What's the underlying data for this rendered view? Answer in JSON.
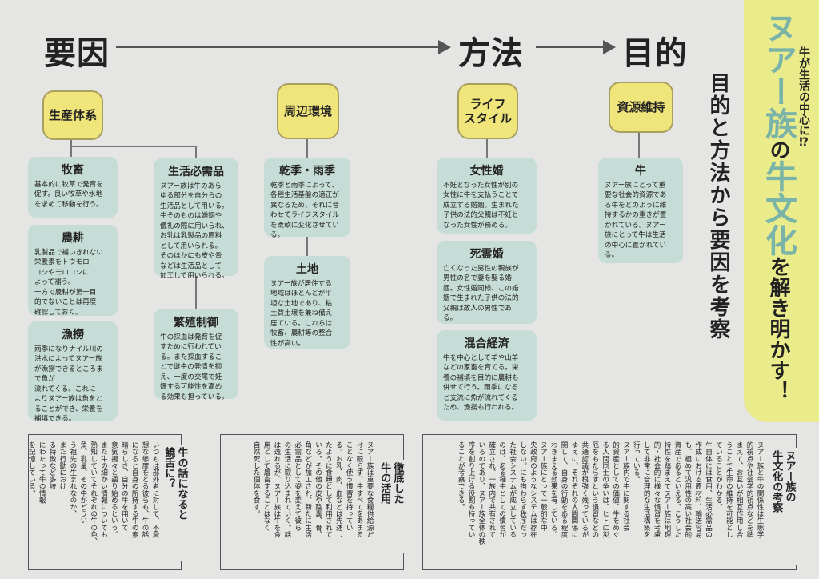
{
  "header": {
    "cause": "要因",
    "method": "方法",
    "purpose": "目的"
  },
  "categories": {
    "production": "生産体系",
    "environment": "周辺環境",
    "lifestyle": "ライフ\nスタイル",
    "resource": "資源維持"
  },
  "cards": {
    "bokuchiku": {
      "title": "牧畜",
      "text": "基本的に牧草で発育を\n促す。良い牧草や水地\nを求めて移動を行う。"
    },
    "nouko": {
      "title": "農耕",
      "text": "乳製品で補いきれない\n栄養素をトウモロ\nコシやモロコシに\nよって補う。\n一方で農耕が第一目\n的でないことは再度\n確認しておく。"
    },
    "gyoro": {
      "title": "漁撈",
      "text": "雨季になりナイル川の\n洪水によってヌアー族\nが漁撈できるところま\nで魚が\n流れてくる。これに\nよりヌアー族は魚をと\nることができ、栄養を\n補填できる。"
    },
    "seikatsu": {
      "title": "生活必需品",
      "text": "ヌアー族は牛のあら\nゆる部分を自分らの\n生活品として用いる。\n牛そのものは婚姻や\n儀礼の際に用いられ、\nお乳は乳製品の原料\nとして用いられる。\nそのほかにも皮や骨\nなどは生活品として\n加工して用いられる。"
    },
    "hanshoku": {
      "title": "繁殖制御",
      "text": "牛の採血は発育を促\nすために行われてい\nる。また採血するこ\nとで雌牛の発情を抑\nえ、一度の交尾で妊\n娠する可能性を高め\nる効果も担っている。"
    },
    "kanki": {
      "title": "乾季・雨季",
      "text": "乾季と雨季によって、\n各種生活基盤の適正が\n異なるため、それに合\nわせてライフスタイル\nを柔軟に変化させてい\nる。"
    },
    "tochi": {
      "title": "土地",
      "text": "ヌアー族が居住する\n地域はほとんどが平\n坦な土地であり、粘\n土質土壌を兼ね備え\n居ている。これらは\n牧畜、農耕等の整合\n性が高い。"
    },
    "joseikon": {
      "title": "女性婚",
      "text": "不妊となった女性が別の\n女性に牛を支払うことで\n成立する婚姻。生まれた\n子供の法的父親は不妊と\nなった女性が務める。"
    },
    "shireikon": {
      "title": "死霊婚",
      "text": "亡くなった男性の親族が\n男性の名で妻を娶る婚\n姻。女性婚同様、この婚\n姻で生まれた子供の法的\n父親は故人の男性であ\nる。"
    },
    "kongou": {
      "title": "混合経済",
      "text": "牛を中心として羊や山羊\nなどの家畜を育てる。栄\n養の補填を目的に農耕も\n併せて行う。雨季になる\nと支流に魚が流れてくる\nため、漁撈も行われる。"
    },
    "ushi": {
      "title": "牛",
      "text": "ヌアー族にとって重\n要な社会的資源であ\nる牛をどのように維\n持するかの重きが置\nかれている。ヌアー\n族にとって牛は生活\nの中心に置かれてい\nる。"
    }
  },
  "side": {
    "subtitle": "目的と方法から要因を考察",
    "catch": "牛が生活の中心に⁉",
    "title_part1": "ヌアー族",
    "title_no": "の",
    "title_part2": "牛文化",
    "title_part3": "を解き明かす！"
  },
  "frames": {
    "wadai": {
      "title": "牛の話になると\n饒舌に？",
      "text": "いつもは部外者に対して、不愛\n想な態度をとる彼らも、牛の話\nになると自身の所持する牛の素\n晴らしさ、自分の牛を用いて\n意気揚々と語り始めるという。\nまた牛の細かい情報についても\n熟知していてそれぞれの牛の色、\n角、乳量、その牛がどうい\nう祖先の生まれなのか、\nまた行動におけ\nる特徴など多岐\nにわたって牛の情報\nを記憶している。"
    },
    "tettei": {
      "title": "徹底した\n牛の活用",
      "text": "ヌアー族は重要な食糧供給源だ\nけに限らず、牛すべてをあまる\nことなく使う慣習を持ってい\nる。お乳、肉、血などは先述し\nたように食糧として利用されて\nいる。その他の皮や陰嚢、骨、\n角などが加工され、新たに生活\n必需品として姿を変えて彼ら\nの生活に取り込まれていく。話\nは逸れるが、ヌアー族は牛を食\n用として屠畜することはなく\n自然死した個体を食す。"
    },
    "kousatsu": {
      "title": "ヌアー族の\n牛文化の考察",
      "text": "ヌアー族と牛の関係性は生態学\n的視点や社会学的視点などを踏\nまえて、お互いが相互作用し合\nうことで生命の維持を可能とし\nていることがわかる。\n牛自体には食用、生活必需品の\n作成における原材料、輸送容易\nも、極めて汎用性の高い社会的\n資産であるといえる。こうした\n特性を踏まえてヌアー族は地理\n的・社会的に様々な慣習を考慮\nして非常に合理的な生活構築を\n行っている。\nヌアー族内で牛に関する社会\n的資産としての価値、牛をめぐ\nる人間同士の争いは、ヒトに災\n厄をもたらすという慣習などの\n共通認識が根強く残っているが\nゆえに、それぞれの人間関係に\n関して、自身の行動をある程度\nわきまえる効果を有している。\nヌアー族にとって一般的な中\n央政府のようなシステムは存在\nしない。にも拘わらず秩序だっ\nた社会システムが成立している\nのは、ある種牛としての慣習が\n確立され、一族内で共有されて\nいるのであり、ヌアー族全体の秩\n序を創り上げる役割も持ってい\nることが考察できる。"
    }
  }
}
